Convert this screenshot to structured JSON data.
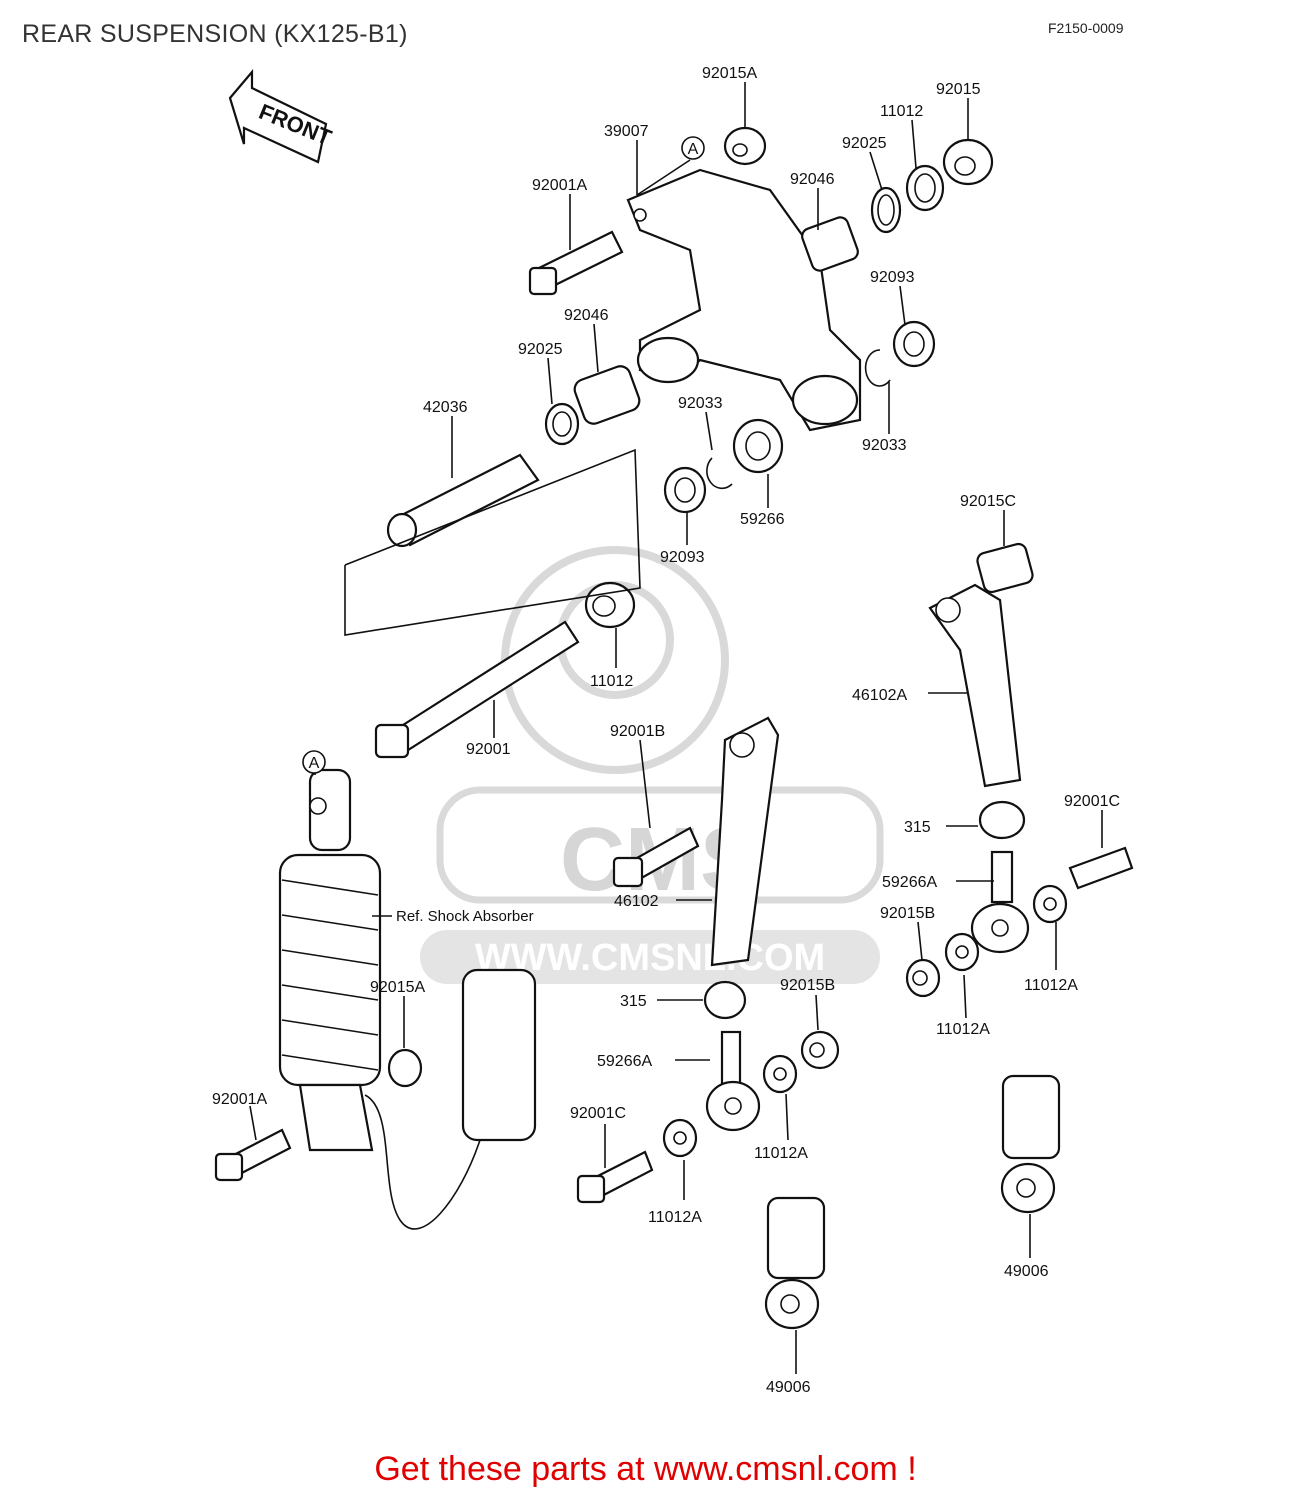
{
  "header": {
    "title": "REAR SUSPENSION (KX125-B1)",
    "ref_code": "F2150-0009"
  },
  "arrow": {
    "label": "FRONT"
  },
  "callouts": {
    "marker_a": "A",
    "marker_a2": "A"
  },
  "watermark": {
    "text_big": "CMS",
    "text_url": "WWW.CMSNL.COM"
  },
  "parts": [
    {
      "id": "p1",
      "label": "92015A"
    },
    {
      "id": "p2",
      "label": "92015"
    },
    {
      "id": "p3",
      "label": "11012"
    },
    {
      "id": "p4",
      "label": "39007"
    },
    {
      "id": "p5",
      "label": "92025"
    },
    {
      "id": "p6",
      "label": "92046"
    },
    {
      "id": "p7",
      "label": "92001A"
    },
    {
      "id": "p8",
      "label": "92093"
    },
    {
      "id": "p9",
      "label": "92046"
    },
    {
      "id": "p10",
      "label": "92025"
    },
    {
      "id": "p11",
      "label": "42036"
    },
    {
      "id": "p12",
      "label": "92033"
    },
    {
      "id": "p13",
      "label": "92033"
    },
    {
      "id": "p14",
      "label": "59266"
    },
    {
      "id": "p15",
      "label": "92093"
    },
    {
      "id": "p16",
      "label": "92015C"
    },
    {
      "id": "p17",
      "label": "11012"
    },
    {
      "id": "p18",
      "label": "46102A"
    },
    {
      "id": "p19",
      "label": "92001B"
    },
    {
      "id": "p20",
      "label": "92001"
    },
    {
      "id": "p21",
      "label": "92001C"
    },
    {
      "id": "p22",
      "label": "315"
    },
    {
      "id": "p23",
      "label": "59266A"
    },
    {
      "id": "p24",
      "label": "Ref. Shock Absorber"
    },
    {
      "id": "p25",
      "label": "46102"
    },
    {
      "id": "p26",
      "label": "92015B"
    },
    {
      "id": "p27",
      "label": "11012A"
    },
    {
      "id": "p28",
      "label": "92015A"
    },
    {
      "id": "p29",
      "label": "315"
    },
    {
      "id": "p30",
      "label": "92015B"
    },
    {
      "id": "p31",
      "label": "11012A"
    },
    {
      "id": "p32",
      "label": "59266A"
    },
    {
      "id": "p33",
      "label": "92001A"
    },
    {
      "id": "p34",
      "label": "92001C"
    },
    {
      "id": "p35",
      "label": "11012A"
    },
    {
      "id": "p36",
      "label": "11012A"
    },
    {
      "id": "p37",
      "label": "49006"
    },
    {
      "id": "p38",
      "label": "49006"
    }
  ],
  "footer": {
    "text": "Get these parts at www.cmsnl.com !"
  }
}
